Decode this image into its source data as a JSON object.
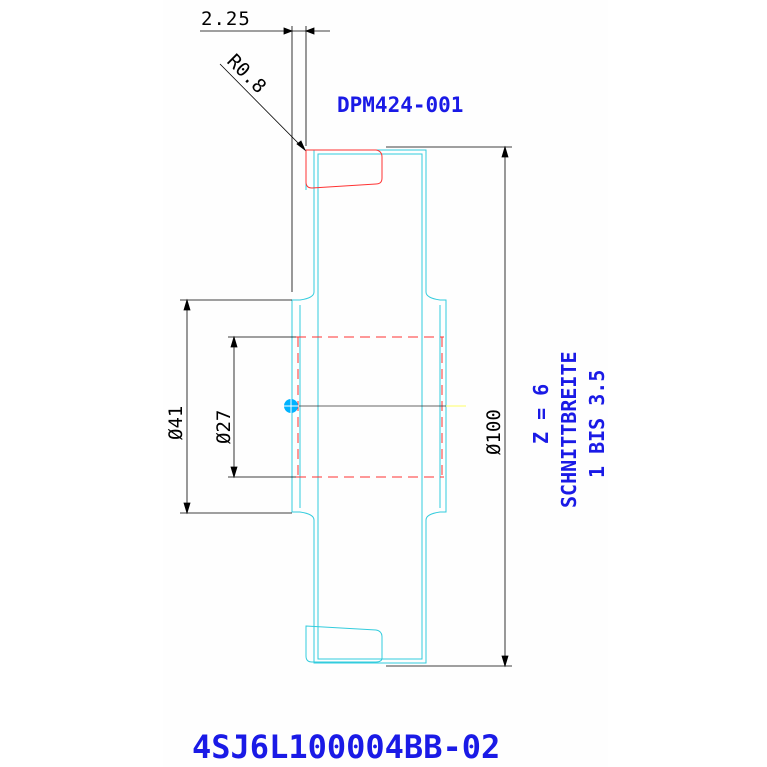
{
  "drawing": {
    "part_code": "DPM424-001",
    "drawing_number": "4SJ6L100004BB-02",
    "dimensions": {
      "width_top": "2.25",
      "radius": "R0.8",
      "dia_41": "Ø41",
      "dia_27": "Ø27",
      "dia_100": "Ø100"
    },
    "notes": {
      "teeth": "Z = 6",
      "cut_width_label": "SCHNITTBREITE",
      "cut_width_range": "1 BIS 3.5"
    }
  },
  "colors": {
    "outline": "#33ccdd",
    "hidden": "#ff3333",
    "dimension": "#000000",
    "annotation": "#1a1ae6",
    "center_mark": "#00b3ff"
  }
}
